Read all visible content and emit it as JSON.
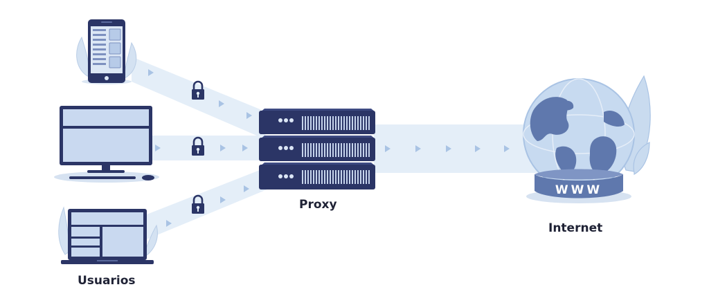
{
  "labels": {
    "users": "Usuarios",
    "proxy": "Proxy",
    "internet": "Internet",
    "www": "WWW"
  },
  "colors": {
    "navy": "#2b3566",
    "dark_navy": "#1f2550",
    "device_fill": "#c9d9f0",
    "beam": "#e4eef8",
    "arrow": "#a9c3e4",
    "globe_light": "#c7daf0",
    "continent": "#5f78ad",
    "leaf": "#c9dbef"
  },
  "icons": {
    "users": [
      "smartphone-icon",
      "desktop-monitor-icon",
      "laptop-icon"
    ],
    "locks": [
      "lock-icon",
      "lock-icon",
      "lock-icon"
    ],
    "proxy": "server-rack-icon",
    "internet": "globe-icon"
  }
}
